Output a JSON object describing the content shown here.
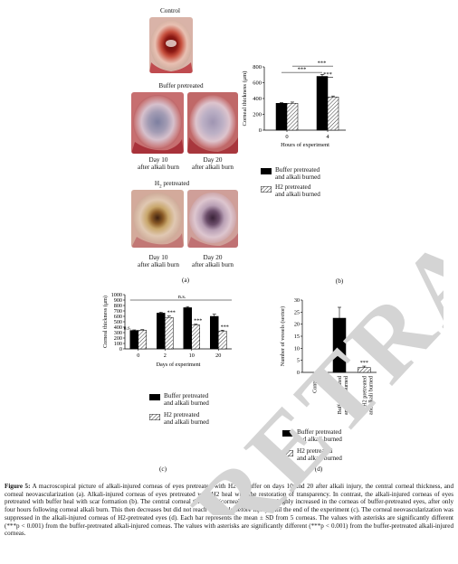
{
  "panel_a": {
    "control_label": "Control",
    "buffer_label": "Buffer pretreated",
    "h2_label_prefix": "H",
    "h2_label_sub": "2",
    "h2_label_suffix": " pretreated",
    "day10_line1": "Day 10",
    "day10_line2": "after alkali burn",
    "day20_line1": "Day 20",
    "day20_line2": "after alkali burn",
    "panel_letter": "(a)"
  },
  "panel_b": {
    "panel_letter": "(b)",
    "legend_buffer_line1": "Buffer pretreated",
    "legend_buffer_line2": "and alkali burned",
    "legend_h2_line1": "H2 pretreated",
    "legend_h2_line2": "and alkali burned"
  },
  "panel_c": {
    "panel_letter": "(c)"
  },
  "panel_d": {
    "panel_letter": "(d)"
  },
  "watermark": {
    "text": "RETRACTED",
    "color": "#d4d4d4"
  },
  "chart_data": [
    {
      "type": "bar",
      "id": "b",
      "categories": [
        "0",
        "4"
      ],
      "xlabel": "Hours of experiment",
      "ylabel": "Corneal thickness (μm)",
      "ylim": [
        0,
        800
      ],
      "yticks": [
        0,
        200,
        400,
        600,
        800
      ],
      "series": [
        {
          "name": "Buffer pretreated and alkali burned",
          "values": [
            340,
            680
          ],
          "errors": [
            8,
            25
          ],
          "pattern": "solid"
        },
        {
          "name": "H2 pretreated and alkali burned",
          "values": [
            340,
            420
          ],
          "errors": [
            15,
            12
          ],
          "pattern": "hatch"
        }
      ],
      "annotations": [
        "***",
        "***",
        "***"
      ]
    },
    {
      "type": "bar",
      "id": "c",
      "categories": [
        "0",
        "2",
        "10",
        "20"
      ],
      "xlabel": "Days of experiment",
      "ylabel": "Corneal thickness (μm)",
      "ylim": [
        0,
        1000
      ],
      "yticks": [
        0,
        100,
        200,
        300,
        400,
        500,
        600,
        700,
        800,
        900,
        1000
      ],
      "series": [
        {
          "name": "Buffer pretreated and alkali burned",
          "values": [
            340,
            660,
            760,
            600
          ],
          "errors": [
            10,
            15,
            20,
            40
          ],
          "pattern": "solid"
        },
        {
          "name": "H2 pretreated and alkali burned",
          "values": [
            345,
            580,
            440,
            330
          ],
          "errors": [
            10,
            25,
            15,
            15
          ],
          "pattern": "hatch"
        }
      ],
      "annotations": [
        "n.s.",
        "***",
        "***",
        "***",
        "n.s."
      ]
    },
    {
      "type": "bar",
      "id": "d",
      "categories": [
        "Control",
        "Buffer pretreated and alkali burned",
        "H2 pretreated and alkali burned"
      ],
      "ylabel": "Number of vessels (sector)",
      "ylim": [
        0,
        30
      ],
      "yticks": [
        0,
        5,
        10,
        15,
        20,
        25,
        30
      ],
      "values": [
        0,
        22.5,
        2
      ],
      "errors": [
        0,
        4.5,
        0.6
      ],
      "patterns": [
        "solid",
        "solid",
        "hatch"
      ],
      "annotations": [
        "***"
      ]
    }
  ],
  "caption": {
    "label": "Figure 5:",
    "text": "A macroscopical picture of alkali-injured corneas of eyes pretreated with H2 or buffer on days 10 and 20 after alkali injury, the central corneal thickness, and corneal neovascularization (a). Alkali-injured corneas of eyes pretreated with H2 heal with the restoration of transparency. In contrast, the alkali-injured corneas of eyes pretreated with buffer heal with scar formation (b). The central corneal thickness (corneal hydration) is highly increased in the corneas of buffer-pretreated eyes, after only four hours following corneal alkali burn. This then decreases but did not reach the levels before injury until the end of the experiment (c). The corneal neovascularization was suppressed in the alkali-injured corneas of H2-pretreated eyes (d). Each bar represents the mean ± SD from 5 corneas. The values with asterisks are significantly different (***p < 0.001) from the buffer-pretreated alkali-injured corneas. The values with asterisks are significantly different (***p < 0.001) from the buffer-pretreated alkali-injured corneas."
  }
}
